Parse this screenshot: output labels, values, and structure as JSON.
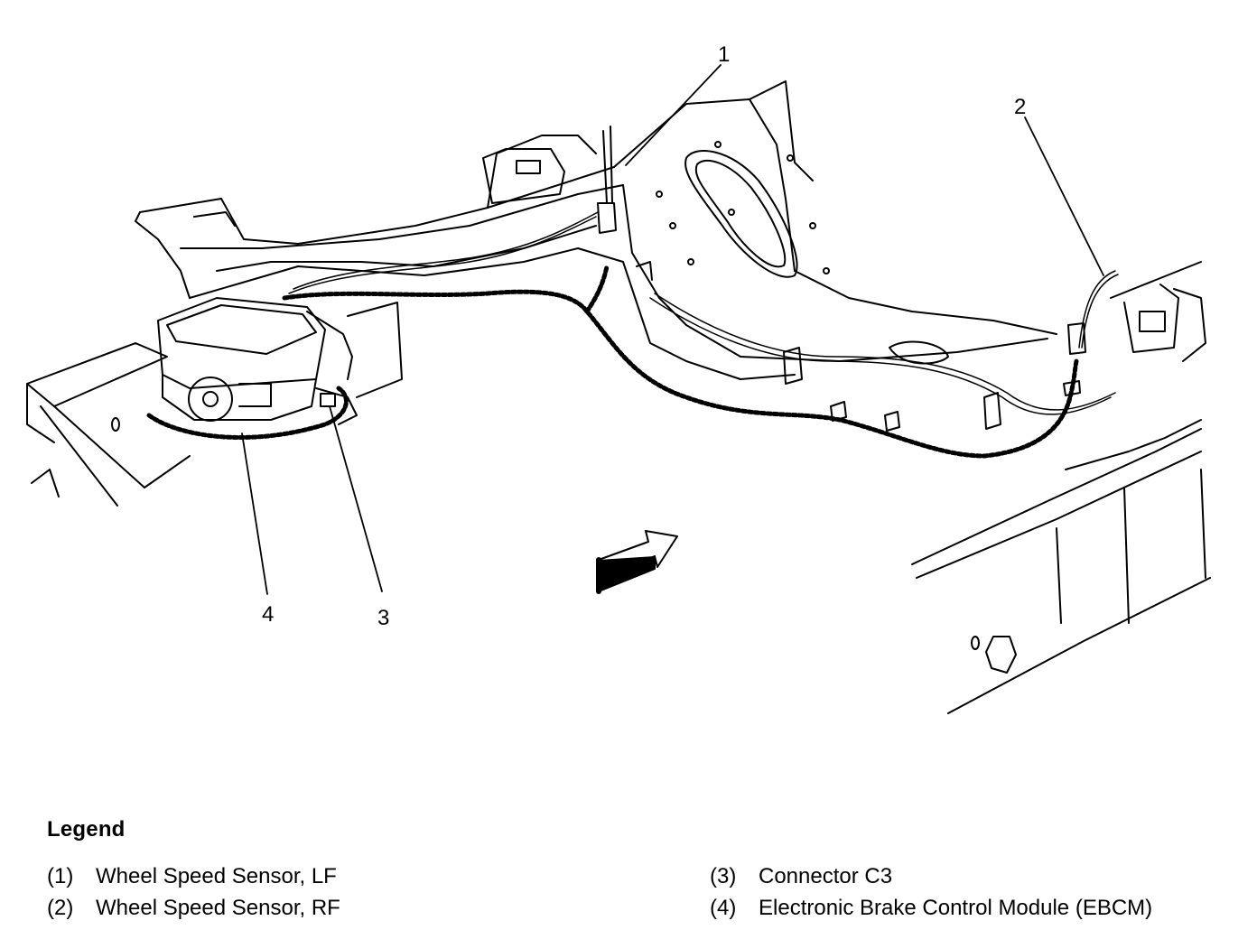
{
  "callouts": [
    {
      "id": "1",
      "label": "1"
    },
    {
      "id": "2",
      "label": "2"
    },
    {
      "id": "3",
      "label": "3"
    },
    {
      "id": "4",
      "label": "4"
    }
  ],
  "legend": {
    "title": "Legend",
    "items": [
      {
        "num": "(1)",
        "text": "Wheel Speed Sensor, LF"
      },
      {
        "num": "(2)",
        "text": "Wheel Speed Sensor, RF"
      },
      {
        "num": "(3)",
        "text": "Connector C3"
      },
      {
        "num": "(4)",
        "text": "Electronic Brake Control Module (EBCM)"
      }
    ]
  }
}
